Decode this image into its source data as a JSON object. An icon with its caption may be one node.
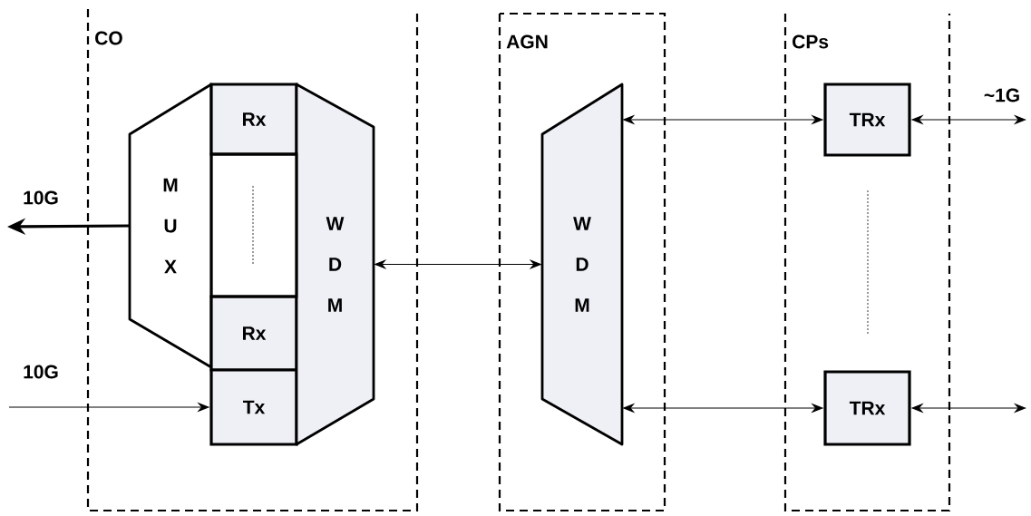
{
  "diagram": {
    "nodes": [
      {
        "text": [
          "CO"
        ]
      },
      {
        "text": [
          "AGN"
        ]
      },
      {
        "text": [
          "CPs"
        ]
      },
      {
        "text": [
          "M U X"
        ],
        "in": 0
      },
      {
        "text": [
          "Rx"
        ],
        "in": 0
      },
      {
        "text": [
          "Rx"
        ],
        "in": 0
      },
      {
        "text": [
          "Tx"
        ],
        "in": 0
      },
      {
        "text": [
          "W D M"
        ],
        "in": 0
      },
      {
        "text": [
          "W D M"
        ],
        "in": 1
      },
      {
        "text": [
          "TRx"
        ],
        "in": 2
      },
      {
        "text": [
          "TRx"
        ],
        "in": 2
      }
    ],
    "edges": [
      {
        "from": 3,
        "to": null,
        "arrow": "to",
        "label": "10G",
        "style": "thick"
      },
      {
        "from": null,
        "to": 6,
        "arrow": "to",
        "label": "10G"
      },
      {
        "from": 7,
        "to": 8,
        "arrow": "both"
      },
      {
        "from": 8,
        "to": 9,
        "arrow": "both"
      },
      {
        "from": 8,
        "to": 10,
        "arrow": "both"
      },
      {
        "from": 9,
        "to": null,
        "arrow": "both",
        "label": "~1G"
      },
      {
        "from": 10,
        "to": null,
        "arrow": "both"
      }
    ]
  }
}
